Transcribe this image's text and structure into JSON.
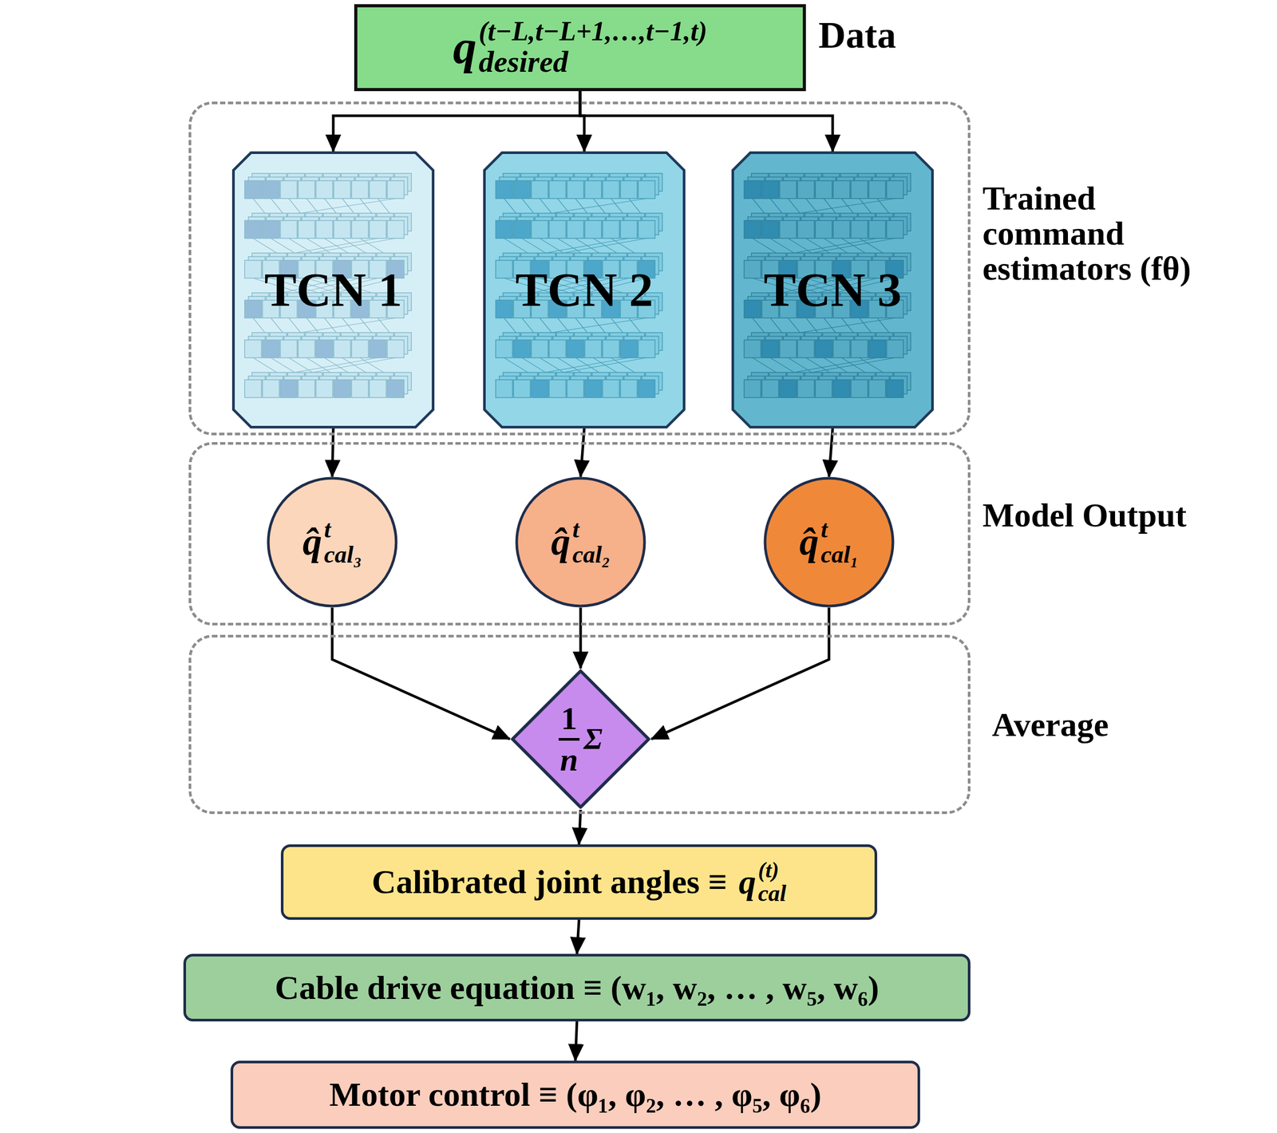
{
  "diagram": {
    "nodes": [
      {
        "text": [
          "q",
          "(t−L,t−L+1,…,t−1,t)",
          "desired"
        ]
      },
      {
        "text": [
          "Trained command estimators (fθ)"
        ]
      },
      {
        "text": [
          "TCN 1"
        ],
        "in": 1
      },
      {
        "text": [
          "TCN 2"
        ],
        "in": 1
      },
      {
        "text": [
          "TCN 3"
        ],
        "in": 1
      },
      {
        "text": [
          "Model Output"
        ]
      },
      {
        "text": [
          "q̂",
          "t",
          "cal₃"
        ],
        "in": 5
      },
      {
        "text": [
          "q̂",
          "t",
          "cal₂"
        ],
        "in": 5
      },
      {
        "text": [
          "q̂",
          "t",
          "cal₁"
        ],
        "in": 5
      },
      {
        "text": [
          "Average"
        ]
      },
      {
        "text": [
          "1",
          "n",
          "Σ"
        ],
        "in": 9
      },
      {
        "text": [
          "Calibrated joint angles ≡",
          "q",
          "(t)",
          "cal"
        ]
      },
      {
        "text": [
          "Cable drive equation ≡ (w₁, w₂, … , w₅, w₆)"
        ]
      },
      {
        "text": [
          "Motor control ≡ (φ₁, φ₂, … , φ₅, φ₆)"
        ]
      }
    ],
    "edges": [
      {
        "from": 0,
        "to": 2,
        "arrow": "to"
      },
      {
        "from": 0,
        "to": 3,
        "arrow": "to"
      },
      {
        "from": 0,
        "to": 4,
        "arrow": "to"
      },
      {
        "from": 2,
        "to": 6,
        "arrow": "to"
      },
      {
        "from": 3,
        "to": 7,
        "arrow": "to"
      },
      {
        "from": 4,
        "to": 8,
        "arrow": "to"
      },
      {
        "from": 6,
        "to": 10,
        "arrow": "to"
      },
      {
        "from": 7,
        "to": 10,
        "arrow": "to"
      },
      {
        "from": 8,
        "to": 10,
        "arrow": "to"
      },
      {
        "from": 10,
        "to": 11,
        "arrow": "to"
      },
      {
        "from": 11,
        "to": 12,
        "arrow": "to"
      },
      {
        "from": 12,
        "to": 13,
        "arrow": "to"
      }
    ],
    "labels": [
      "Data"
    ]
  }
}
